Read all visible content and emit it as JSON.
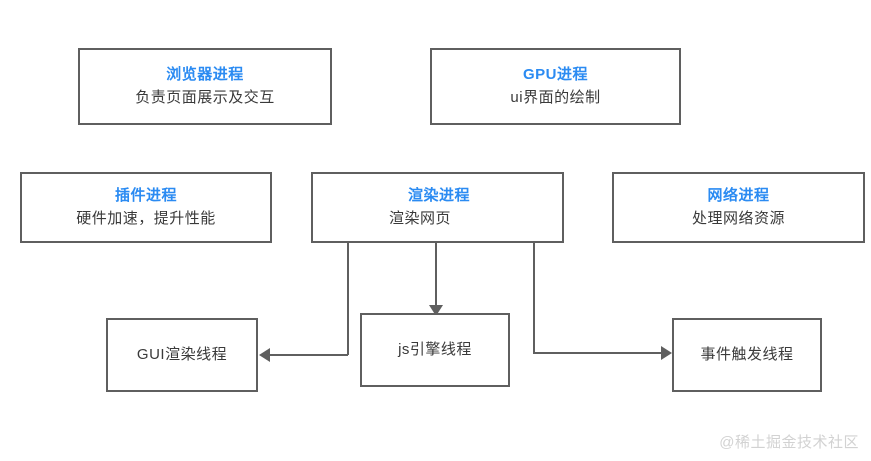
{
  "diagram": {
    "watermark": "@稀土掘金技术社区",
    "accent_color": "#2b8bf2",
    "border_color": "#5f5f5f",
    "text_color": "#3a3a3a",
    "watermark_color": "#d2d2d2",
    "background_color": "#ffffff",
    "processes": [
      {
        "title": "浏览器进程",
        "desc": "负责页面展示及交互"
      },
      {
        "title": "GPU进程",
        "desc": "ui界面的绘制"
      },
      {
        "title": "插件进程",
        "desc": "硬件加速，提升性能"
      },
      {
        "title": "渲染进程",
        "desc": "渲染网页"
      },
      {
        "title": "网络进程",
        "desc": "处理网络资源"
      }
    ],
    "threads": [
      {
        "label": "GUI渲染线程"
      },
      {
        "label": "js引擎线程"
      },
      {
        "label": "事件触发线程"
      }
    ]
  }
}
